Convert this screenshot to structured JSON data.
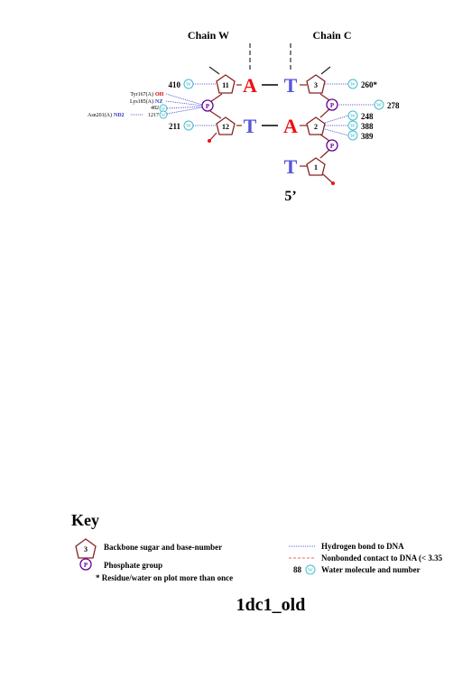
{
  "chains": {
    "left": "Chain W",
    "right": "Chain C"
  },
  "strand_end_label": "5’",
  "nucleotides": {
    "n11": "11",
    "n12": "12",
    "n3": "3",
    "n2": "2",
    "n1": "1"
  },
  "bases": {
    "w11": "A",
    "w12": "T",
    "c3": "T",
    "c2": "A",
    "c1": "T"
  },
  "waters": {
    "w410": "410",
    "w211": "211",
    "w260": "260*",
    "w278": "278",
    "w248": "248",
    "w388": "388",
    "w389": "389",
    "w482": "482",
    "w1217": "1217"
  },
  "residues": {
    "tyr167_name": "Tyr167(A)",
    "tyr167_atom": "OH",
    "lys185_name": "Lys185(A)",
    "lys185_atom": "NZ",
    "asn201_name": "Asn201(A)",
    "asn201_atom": "ND2"
  },
  "symbols": {
    "water": "W",
    "phosphate": "P"
  },
  "key": {
    "title": "Key",
    "sugar_example_number": "3",
    "sugar_label": "Backbone sugar and base-number",
    "phosphate_label": "Phosphate group",
    "repeat_note": "* Residue/water on plot more than once",
    "hbond_label": "Hydrogen bond to DNA",
    "nonbonded_label": "Nonbonded contact to DNA (< 3.35",
    "water_example_number": "88",
    "water_label": "Water molecule and number"
  },
  "title": "1dc1_old",
  "colors": {
    "purine": "#ee1111",
    "pyrimidine": "#5555dd",
    "sugar": "#882222",
    "phosphate": "#660099",
    "water": "#44bbcc",
    "hbond": "#3333cc",
    "nonbonded": "#dd3333",
    "residue_atom_red": "#cc0000",
    "residue_atom_blue": "#3333cc"
  }
}
